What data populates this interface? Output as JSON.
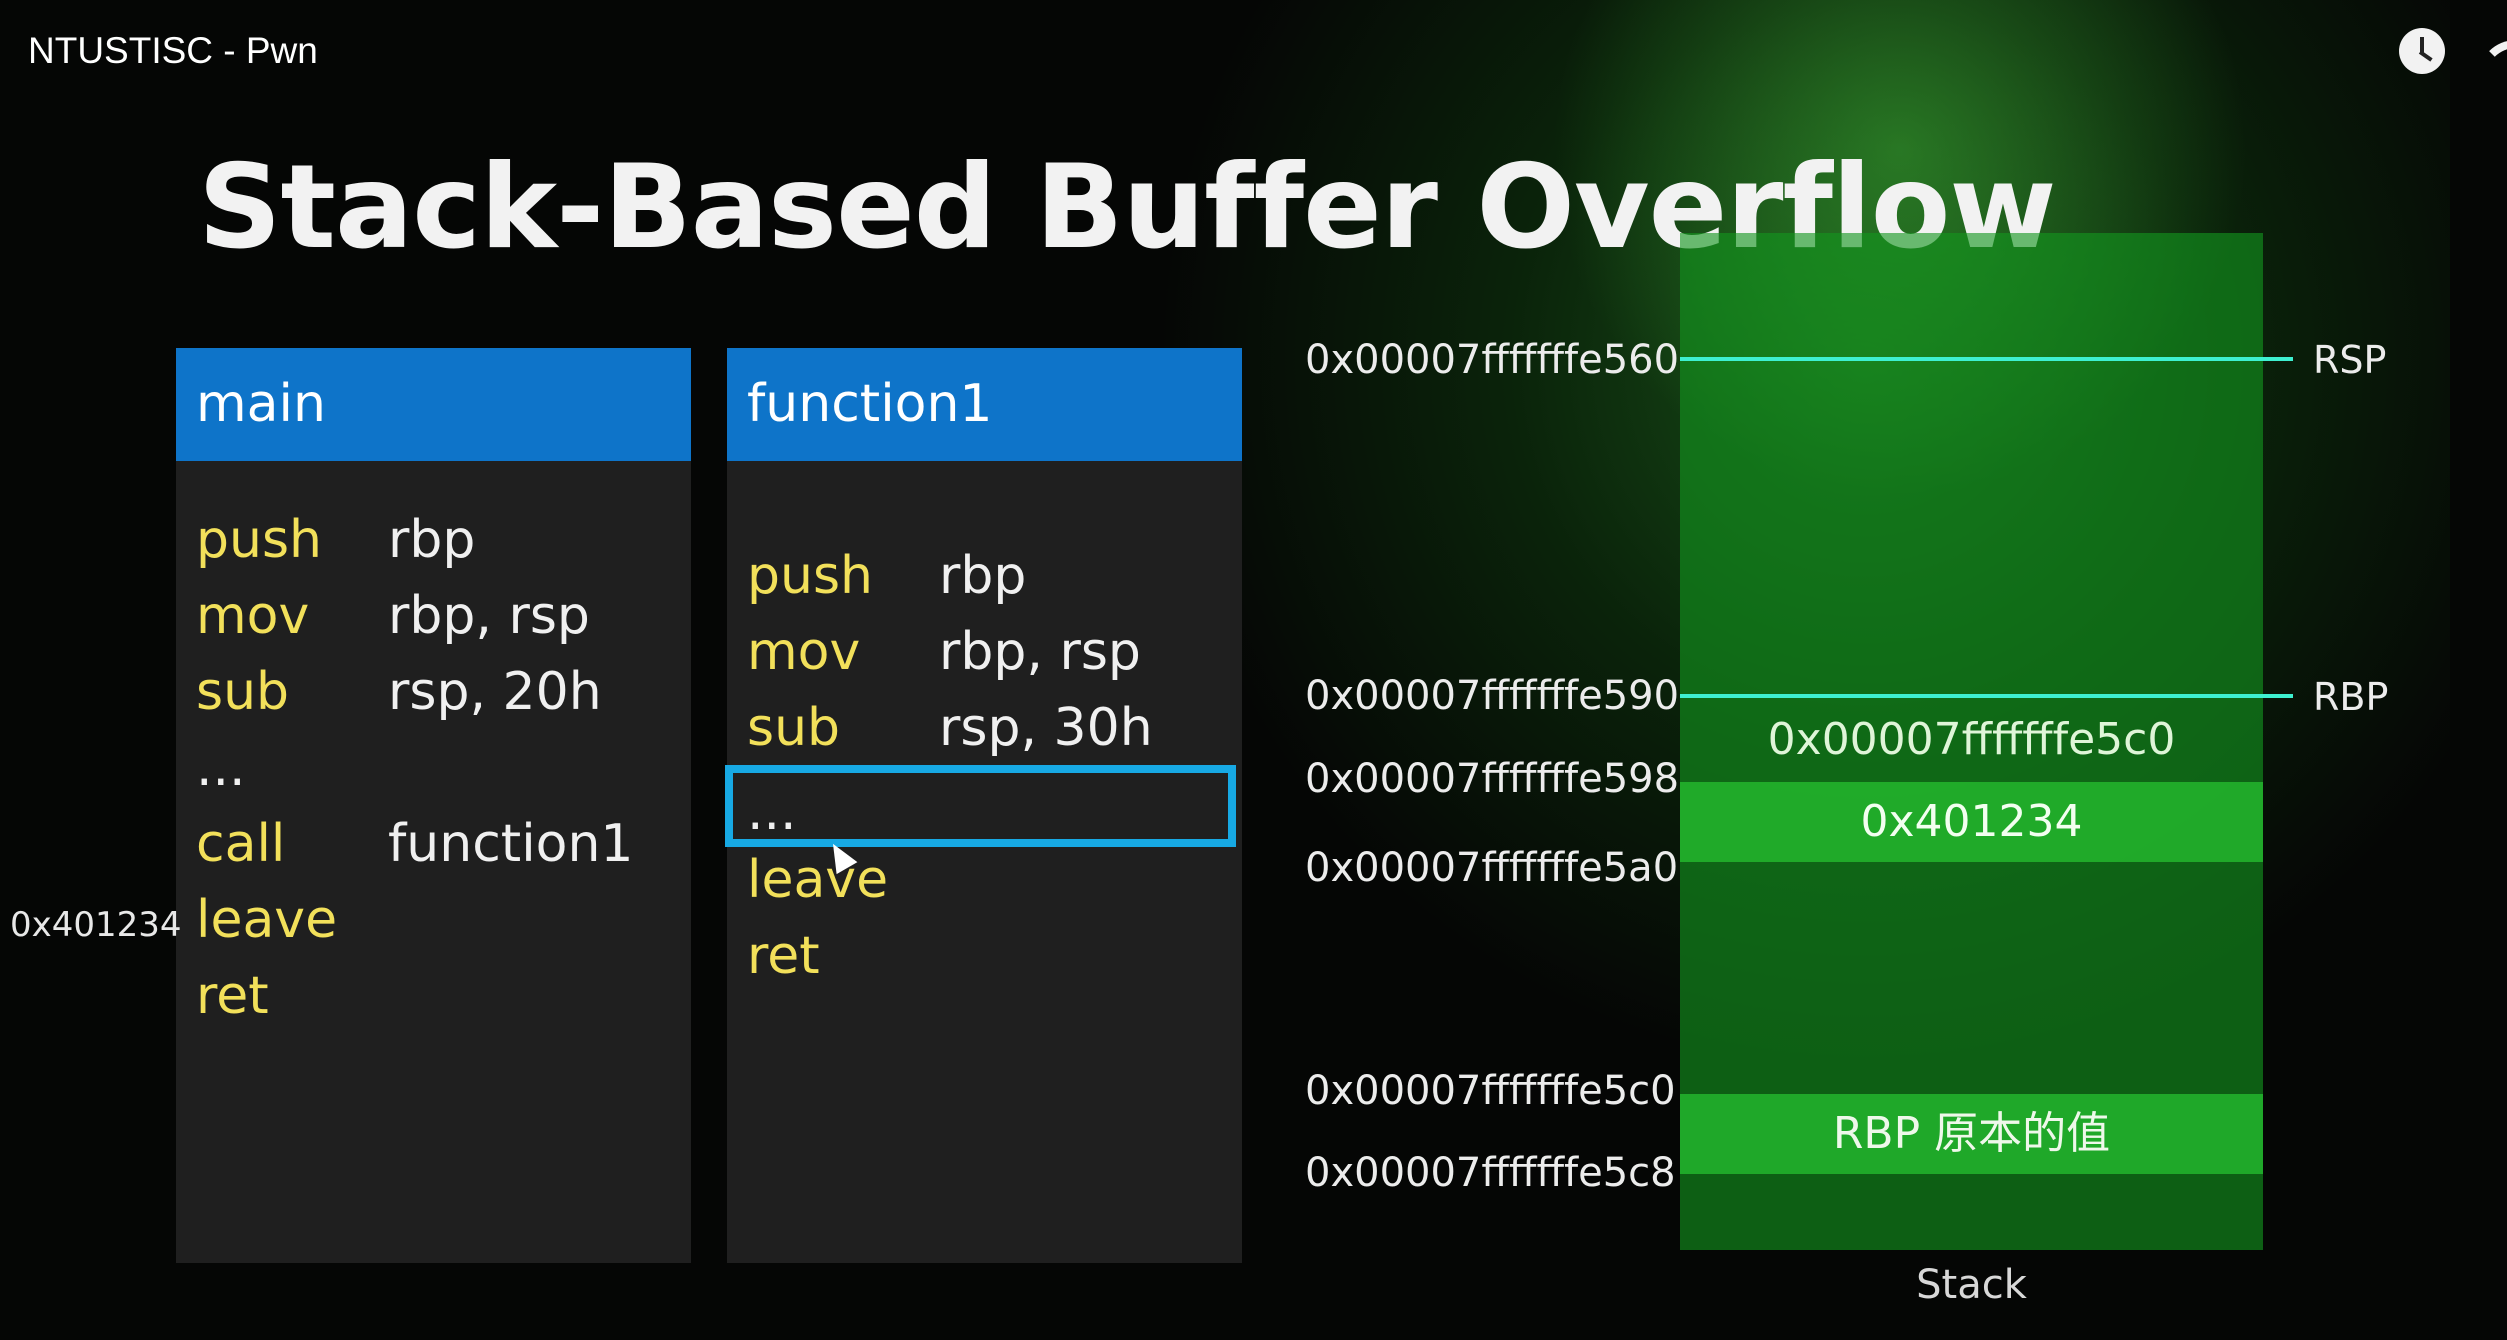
{
  "video": {
    "title": "NTUSTISC - Pwn",
    "icons": [
      "clock-icon",
      "share-icon"
    ]
  },
  "slide": {
    "title": "Stack-Based Buffer Overflow",
    "main": {
      "header": "main",
      "lines": [
        {
          "op": "push",
          "arg": "rbp"
        },
        {
          "op": "mov",
          "arg": "rbp, rsp"
        },
        {
          "op": "sub",
          "arg": "rsp, 20h"
        },
        {
          "op": "...",
          "arg": ""
        },
        {
          "op": "call",
          "arg": "function1"
        },
        {
          "op": "leave",
          "arg": ""
        },
        {
          "op": "ret",
          "arg": ""
        }
      ],
      "return_address_label": "0x401234"
    },
    "function1": {
      "header": "function1",
      "lines": [
        {
          "op": "push",
          "arg": "rbp"
        },
        {
          "op": "mov",
          "arg": "rbp, rsp"
        },
        {
          "op": "sub",
          "arg": "rsp, 30h"
        },
        {
          "op": "...",
          "arg": ""
        },
        {
          "op": "leave",
          "arg": ""
        },
        {
          "op": "ret",
          "arg": ""
        }
      ]
    },
    "stack": {
      "caption": "Stack",
      "addresses": {
        "a560": "0x00007fffffffe560",
        "a590": "0x00007fffffffe590",
        "a598": "0x00007fffffffe598",
        "a5a0": "0x00007fffffffe5a0",
        "a5c0": "0x00007fffffffe5c0",
        "a5c8": "0x00007fffffffe5c8"
      },
      "registers": {
        "rsp": "RSP",
        "rbp": "RBP"
      },
      "cells": {
        "saved_rbp": "0x00007fffffffe5c0",
        "return_address": "0x401234",
        "original_rbp": "RBP 原本的值"
      }
    },
    "colors": {
      "header_blue": "#0e74c9",
      "opcode_yellow": "#f2e05a",
      "highlight_blue": "#17a9e4",
      "pointer_cyan": "#3ef0d0",
      "stack_green": "#1e9a2a"
    }
  }
}
